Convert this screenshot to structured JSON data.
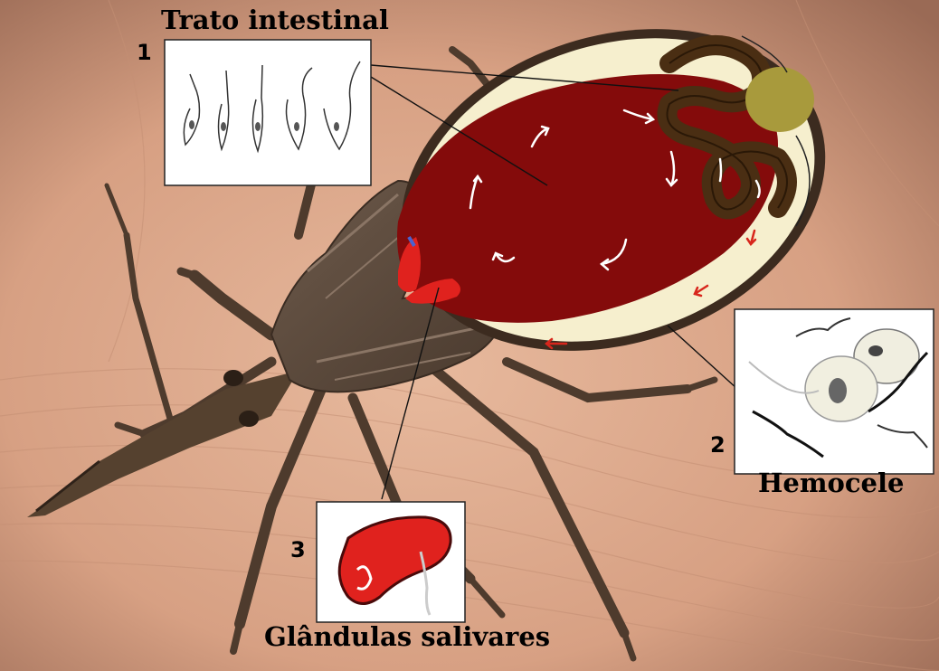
{
  "labels": {
    "gut": "Trato intestinal",
    "hemocoel": "Hemocele",
    "salivary": "Glândulas salivares"
  },
  "numbers": {
    "n1": "1",
    "n2": "2",
    "n3": "3"
  },
  "colors": {
    "skin": "#d8a487",
    "bug": "#5a4637",
    "abdomen_rim": "#f6efce",
    "gut_blood": "#840b0b",
    "hindgut": "#4a2e13",
    "rectal_gland": "#a89a3c",
    "salivary_gland": "#e0221e",
    "arrow_white": "#ffffff",
    "arrow_red": "#d8261c"
  }
}
